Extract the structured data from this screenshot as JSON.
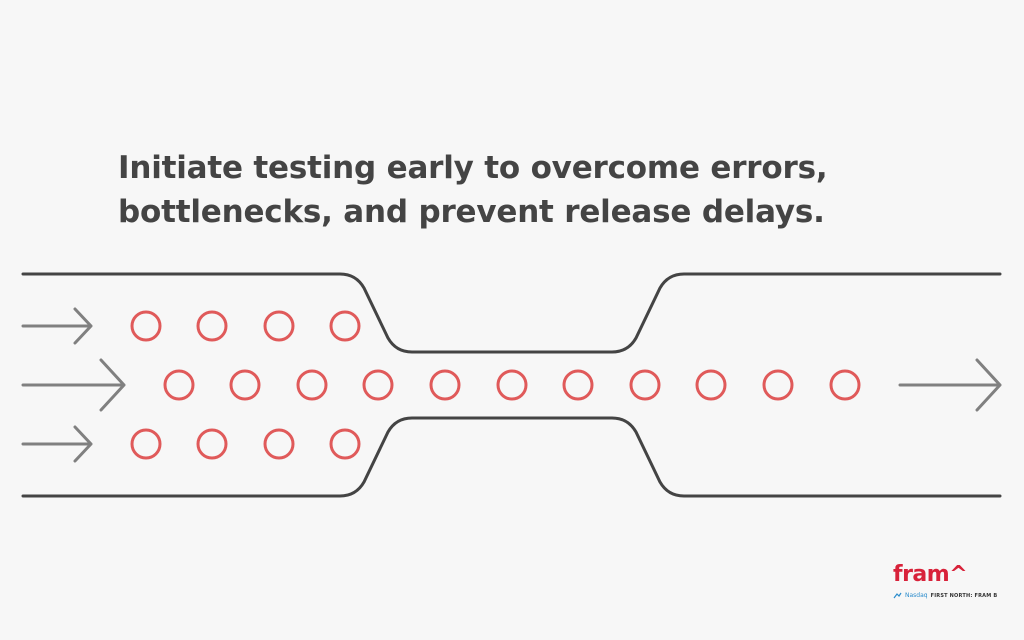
{
  "headline": {
    "line1": "Initiate testing early to overcome errors,",
    "line2": "bottlenecks, and prevent release delays."
  },
  "diagram": {
    "pipe_color": "#444444",
    "arrow_color": "#808080",
    "dot_color": "#e05a5a",
    "input_arrows": 3,
    "output_arrows": 1,
    "top_row_dots": 4,
    "middle_row_dots": 11,
    "bottom_row_dots": 4
  },
  "logo": {
    "wordmark": "fram^",
    "exchange": "Nasdaq",
    "listing": "FIRST NORTH: FRAM B",
    "brand_color": "#d8223a"
  }
}
